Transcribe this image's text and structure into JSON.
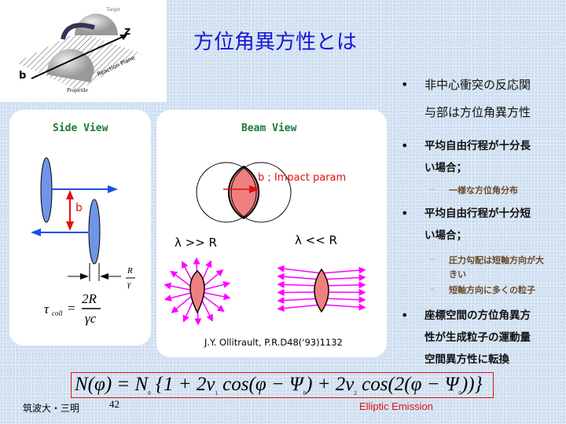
{
  "title": "方位角異方性とは",
  "figure_top": {
    "target": "Target",
    "projectile": "Projectile",
    "plane": "Reaction Plane",
    "z": "z",
    "b": "b"
  },
  "side_view": {
    "title": "Side View",
    "b": "b",
    "R": "R",
    "gamma": "γ",
    "tau": "τ",
    "tau_sub": "coll",
    "eq": "=",
    "num": "2R",
    "den": "γc"
  },
  "beam_view": {
    "title": "Beam View",
    "impact": "b ; Impact param",
    "lambda_gg": "λ >> R",
    "lambda_ll": "λ << R",
    "ref": "J.Y.  Ollitrault,  P.R.D48('93)1132"
  },
  "bullets": [
    {
      "lines": [
        "非中心衝突の反応関",
        "与部は方位角異方性"
      ]
    },
    {
      "lines": [
        "平均自由行程が十分長",
        "い場合；"
      ],
      "subs": [
        "一様な方位角分布"
      ]
    },
    {
      "lines": [
        "平均自由行程が十分短",
        "い場合；"
      ],
      "subs": [
        "圧力勾配は短軸方向が大",
        "きい",
        "短軸方向に多くの粒子"
      ]
    },
    {
      "lines": [
        "座標空間の方位角異方",
        "性が生成粒子の運動量",
        "空間異方性に転換"
      ]
    }
  ],
  "formula": {
    "lhs": "N(φ) = N",
    "s0": "0",
    "p1": " {1 + 2v",
    "s1": "1",
    "p2": " cos(φ − Ψ",
    "s2": "0",
    "p3": ") + 2v",
    "s3": "2",
    "p4": " cos(2(φ − Ψ",
    "s4": "0",
    "p5": "))}"
  },
  "footer": {
    "author": "筑波大・三明",
    "page": "42",
    "caption": "Elliptic Emission"
  }
}
